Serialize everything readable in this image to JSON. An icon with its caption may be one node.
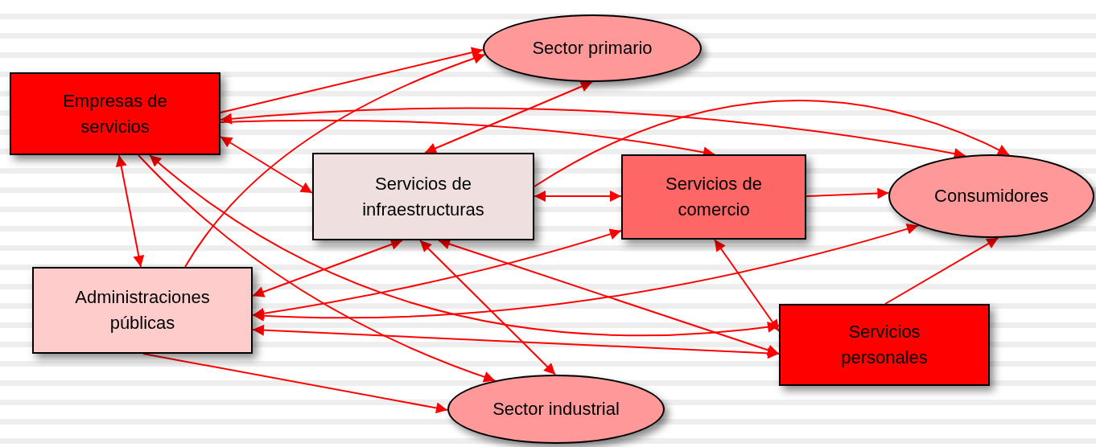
{
  "diagram": {
    "nodes": [
      {
        "text": [
          "Empresas de servicios"
        ]
      },
      {
        "text": [
          "Sector primario"
        ]
      },
      {
        "text": [
          "Servicios de infraestructuras"
        ]
      },
      {
        "text": [
          "Servicios de comercio"
        ]
      },
      {
        "text": [
          "Consumidores"
        ]
      },
      {
        "text": [
          "Administraciones públicas"
        ]
      },
      {
        "text": [
          "Servicios personales"
        ]
      },
      {
        "text": [
          "Sector industrial"
        ]
      }
    ],
    "edges": [
      {
        "from": 0,
        "to": 1,
        "arrow": "to"
      },
      {
        "from": 5,
        "to": 1,
        "arrow": "to"
      },
      {
        "from": 1,
        "to": 2,
        "arrow": "both"
      },
      {
        "from": 0,
        "to": 4,
        "arrow": "both"
      },
      {
        "from": 0,
        "to": 3,
        "arrow": "to"
      },
      {
        "from": 2,
        "to": 4,
        "arrow": "to"
      },
      {
        "from": 0,
        "to": 2,
        "arrow": "both"
      },
      {
        "from": 2,
        "to": 3,
        "arrow": "both"
      },
      {
        "from": 3,
        "to": 4,
        "arrow": "to"
      },
      {
        "from": 0,
        "to": 5,
        "arrow": "both"
      },
      {
        "from": 0,
        "to": 7,
        "arrow": "to"
      },
      {
        "from": 0,
        "to": 6,
        "arrow": "both"
      },
      {
        "from": 2,
        "to": 5,
        "arrow": "both"
      },
      {
        "from": 5,
        "to": 3,
        "arrow": "both"
      },
      {
        "from": 5,
        "to": 4,
        "arrow": "both"
      },
      {
        "from": 5,
        "to": 6,
        "arrow": "both"
      },
      {
        "from": 2,
        "to": 6,
        "arrow": "both"
      },
      {
        "from": 2,
        "to": 7,
        "arrow": "both"
      },
      {
        "from": 3,
        "to": 6,
        "arrow": "both"
      },
      {
        "from": 6,
        "to": 4,
        "arrow": "to"
      },
      {
        "from": 5,
        "to": 7,
        "arrow": "to"
      }
    ]
  }
}
